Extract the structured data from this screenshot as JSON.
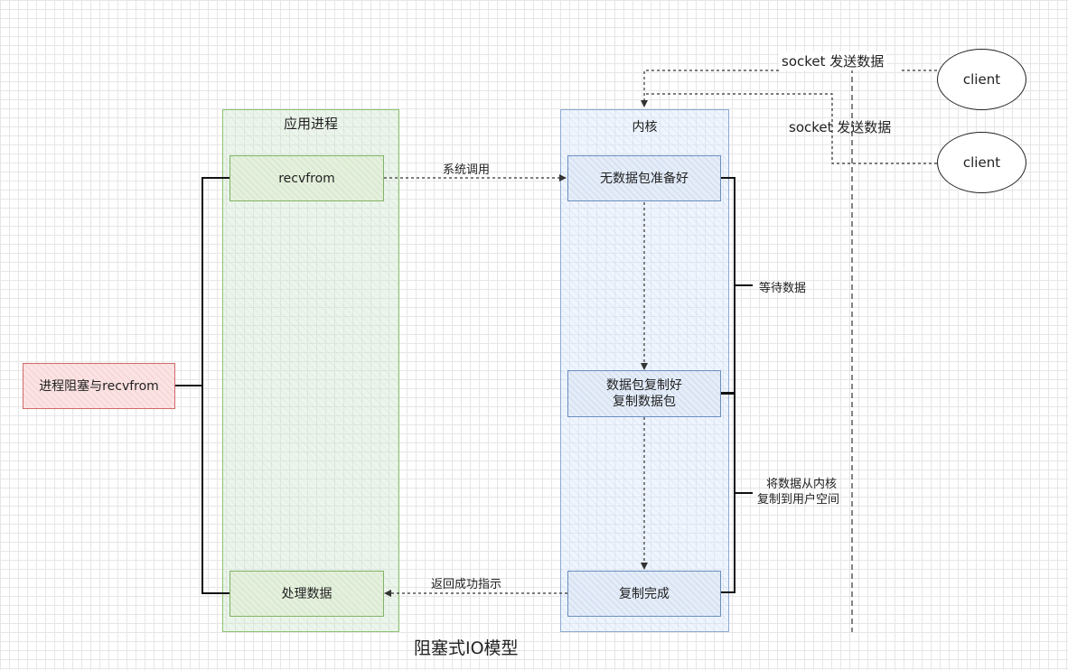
{
  "lanes": {
    "app_title": "应用进程",
    "kernel_title": "内核"
  },
  "boxes": {
    "recvfrom": "recvfrom",
    "process_data": "处理数据",
    "no_packet": "无数据包准备好",
    "packet_ready_line1": "数据包复制好",
    "packet_ready_line2": "复制数据包",
    "copy_done": "复制完成",
    "blocked": "进程阻塞与recvfrom"
  },
  "clients": {
    "client1": "client",
    "client2": "client"
  },
  "labels": {
    "socket_send_1": "socket 发送数据",
    "socket_send_2": "socket 发送数据",
    "syscall": "系统调用",
    "wait_data": "等待数据",
    "copy_line1": "将数据从内核",
    "copy_line2": "复制到用户空间",
    "return_success": "返回成功指示"
  },
  "title": "阻塞式IO模型",
  "colors": {
    "app_lane_border": "#82b366",
    "kernel_lane_border": "#6c8ebf",
    "blocked_border": "#d06a6a"
  }
}
